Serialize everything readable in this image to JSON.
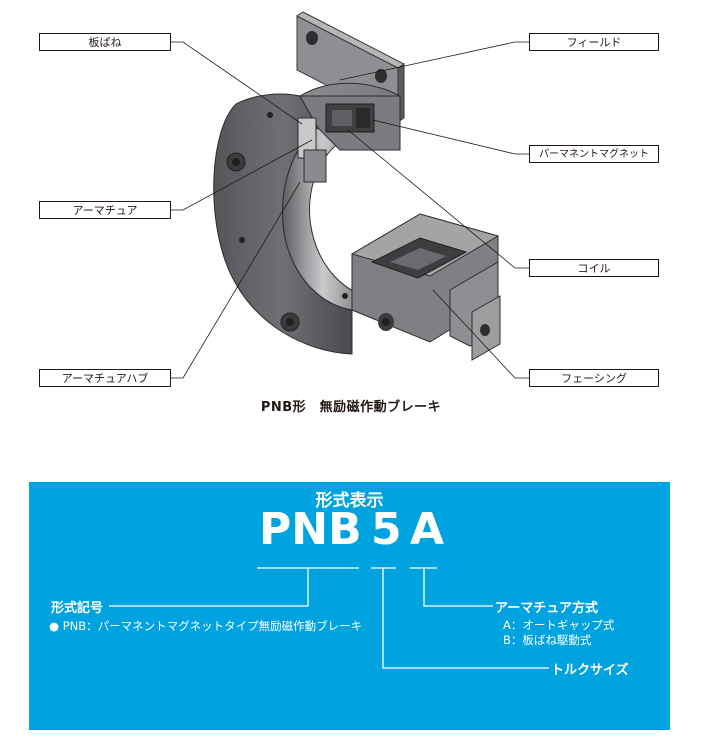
{
  "diagram": {
    "labels": {
      "leaf_spring": "板ばね",
      "field": "フィールド",
      "permanent_magnet": "パーマネントマグネット",
      "armature": "アーマチュア",
      "coil": "コイル",
      "armature_hub": "アーマチュアハブ",
      "facing": "フェーシング"
    },
    "caption": "PNB形　無励磁作動ブレーキ"
  },
  "model_designation": {
    "title": "形式表示",
    "code_series": "PNB",
    "code_size": "5",
    "code_type": "A",
    "series_label": "形式記号",
    "series_desc": "● PNB：パーマネントマグネットタイプ無励磁作動ブレーキ",
    "type_label": "アーマチュア方式",
    "type_option_a": "A：オートギャップ式",
    "type_option_b": "B：板ばね駆動式",
    "size_label": "トルクサイズ"
  },
  "colors": {
    "panel_bg": "#00a3e0",
    "metal_dark": "#4d4d4f",
    "metal_mid": "#6d6e70",
    "metal_light": "#9a9b9d"
  }
}
